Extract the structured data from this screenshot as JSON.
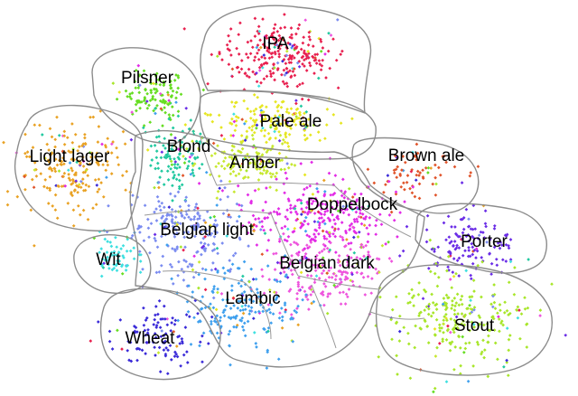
{
  "regions": [
    {
      "id": "ipa",
      "label": "IPA",
      "color": "#e8204f"
    },
    {
      "id": "pilsner",
      "label": "Pilsner",
      "color": "#66dd22"
    },
    {
      "id": "pale-ale",
      "label": "Pale ale",
      "color": "#e6e622"
    },
    {
      "id": "light-lager",
      "label": "Light lager",
      "color": "#e9a224"
    },
    {
      "id": "blond",
      "label": "Blond",
      "color": "#22c9a0"
    },
    {
      "id": "amber",
      "label": "Amber",
      "color": "#c7e830"
    },
    {
      "id": "brown-ale",
      "label": "Brown ale",
      "color": "#e0542a"
    },
    {
      "id": "doppelbock",
      "label": "Doppelbock",
      "color": "#e22be6"
    },
    {
      "id": "belgian-light",
      "label": "Belgian light",
      "color": "#7b8cf0"
    },
    {
      "id": "porter",
      "label": "Porter",
      "color": "#6a2ce6"
    },
    {
      "id": "wit",
      "label": "Wit",
      "color": "#3fe0e0"
    },
    {
      "id": "belgian-dark",
      "label": "Belgian dark",
      "color": "#ee55dd"
    },
    {
      "id": "lambic",
      "label": "Lambic",
      "color": "#3fa0ee"
    },
    {
      "id": "stout",
      "label": "Stout",
      "color": "#a8e62a"
    },
    {
      "id": "wheat",
      "label": "Wheat",
      "color": "#3a2ad8"
    }
  ]
}
